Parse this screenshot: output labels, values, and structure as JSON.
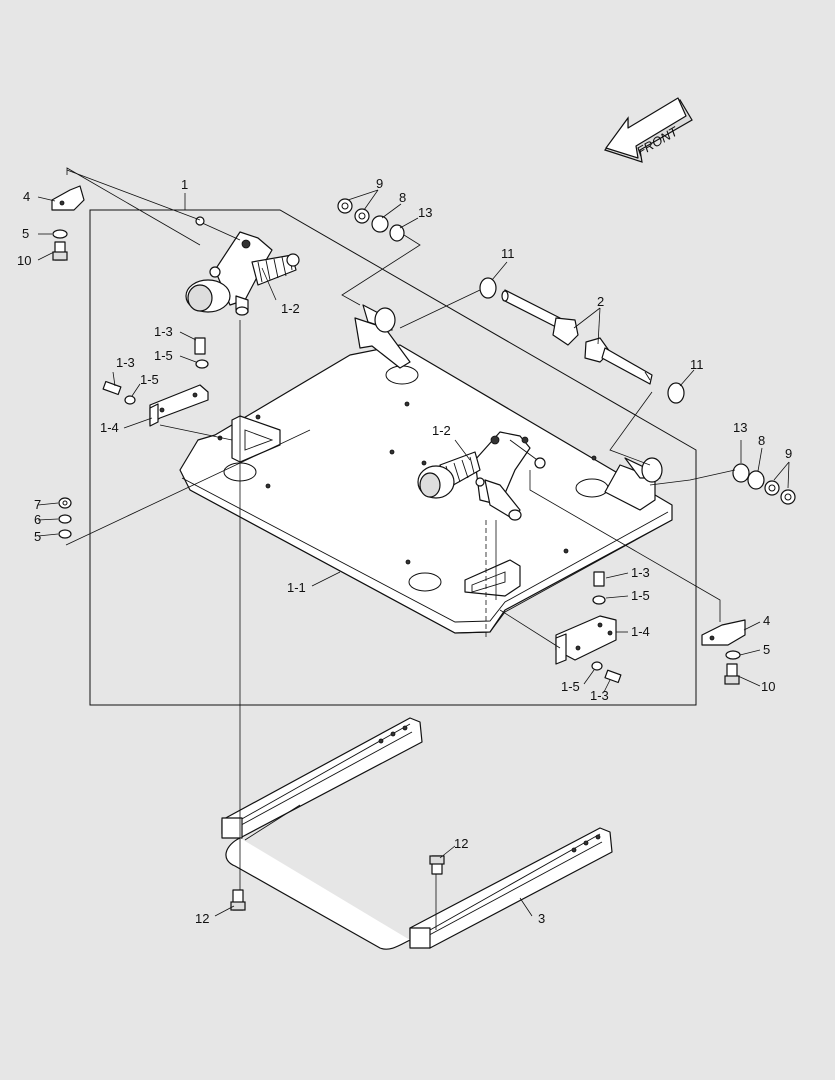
{
  "front_label": "FRONT",
  "callouts": {
    "c1": "1",
    "c1_1": "1-1",
    "c1_2_top": "1-2",
    "c1_2_mid": "1-2",
    "c1_3_a": "1-3",
    "c1_3_b": "1-3",
    "c1_3_c": "1-3",
    "c1_3_d": "1-3",
    "c1_4_left": "1-4",
    "c1_4_right": "1-4",
    "c1_5_a": "1-5",
    "c1_5_b": "1-5",
    "c1_5_c": "1-5",
    "c1_5_d": "1-5",
    "c2": "2",
    "c3": "3",
    "c4_left": "4",
    "c4_right": "4",
    "c5_left_top": "5",
    "c5_left_mid": "5",
    "c5_right": "5",
    "c6": "6",
    "c7": "7",
    "c8_top": "8",
    "c8_right": "8",
    "c9_top": "9",
    "c9_right": "9",
    "c10_left": "10",
    "c10_right": "10",
    "c11_top": "11",
    "c11_right": "11",
    "c12_left": "12",
    "c12_right": "12",
    "c13_top": "13",
    "c13_right": "13"
  }
}
